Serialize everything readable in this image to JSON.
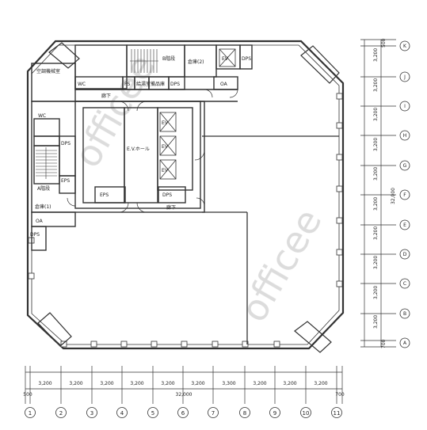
{
  "plan": {
    "rooms": {
      "mechanical_room": "空調機械室",
      "storage_2": "倉庫(2)",
      "storage_1": "倉庫(1)",
      "wc_left": "WC",
      "wc_top": "WC",
      "ps": "PS",
      "dps": "DPS",
      "eps": "EPS",
      "oa": "OA",
      "ev_hall": "E.V.ホール",
      "corridor": "廊下",
      "stair_a": "A階段",
      "stair_b": "B階段",
      "storage_small_1": "給湯室",
      "storage_small_2": "備品庫",
      "ev": "EV"
    },
    "horizontal_dimensions": {
      "bays": [
        "3,200",
        "3,200",
        "3,200",
        "3,200",
        "3,200",
        "3,200",
        "3,300",
        "3,200",
        "3,200",
        "3,200"
      ],
      "left_offset": "500",
      "right_offset": "700",
      "total": "32,000"
    },
    "vertical_dimensions": {
      "bays": [
        "3,200",
        "3,200",
        "3,200",
        "3,200",
        "3,200",
        "3,200",
        "3,200",
        "3,200",
        "3,200",
        "3,200"
      ],
      "top_offset": "500",
      "bottom_offset": "700",
      "total": "32,000"
    },
    "column_axes": [
      "1",
      "2",
      "3",
      "4",
      "5",
      "6",
      "7",
      "8",
      "9",
      "10",
      "11"
    ],
    "row_axes": [
      "K",
      "J",
      "I",
      "H",
      "G",
      "F",
      "E",
      "D",
      "C",
      "B",
      "A"
    ],
    "watermark": "officee"
  }
}
